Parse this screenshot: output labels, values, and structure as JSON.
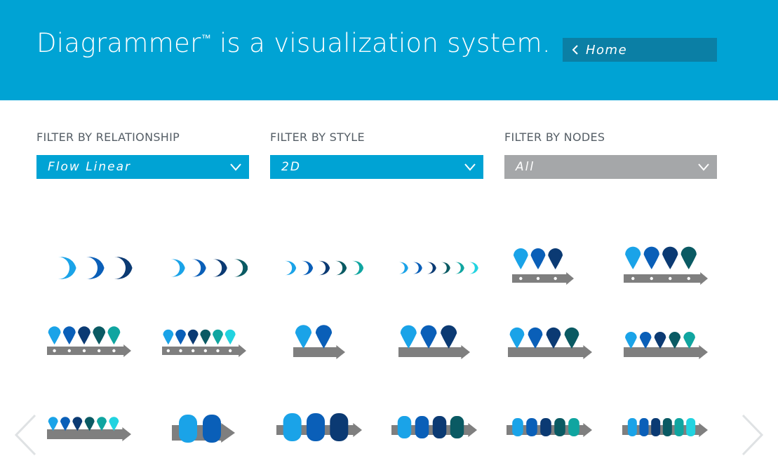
{
  "header": {
    "title_main": "Diagrammer",
    "title_tm": "™",
    "title_rest": " is a visualization system.",
    "home_label": "Home",
    "bg_color": "#00a3d4"
  },
  "filters": {
    "relationship": {
      "label": "FILTER BY RELATIONSHIP",
      "value": "Flow Linear"
    },
    "style": {
      "label": "FILTER BY STYLE",
      "value": "2D"
    },
    "nodes": {
      "label": "FILTER BY NODES",
      "value": "All"
    }
  },
  "palette": [
    "#1aa3e8",
    "#0a5fb8",
    "#0b3a73",
    "#0a5a63",
    "#10a5a0",
    "#22d3e0"
  ],
  "thumbnails": [
    {
      "style": "drops",
      "n": 3
    },
    {
      "style": "drops",
      "n": 4
    },
    {
      "style": "drops",
      "n": 5
    },
    {
      "style": "drops",
      "n": 6
    },
    {
      "style": "pins-dots",
      "n": 3
    },
    {
      "style": "pins-dots",
      "n": 4
    },
    {
      "style": "pins-dots",
      "n": 5
    },
    {
      "style": "pins-dots",
      "n": 6
    },
    {
      "style": "pins-arrow",
      "n": 2
    },
    {
      "style": "pins-arrow",
      "n": 3
    },
    {
      "style": "pins-arrow",
      "n": 4
    },
    {
      "style": "pins-arrow",
      "n": 5
    },
    {
      "style": "pins-arrow",
      "n": 6
    },
    {
      "style": "pills",
      "n": 2
    },
    {
      "style": "pills",
      "n": 3
    },
    {
      "style": "pills",
      "n": 4
    },
    {
      "style": "pills",
      "n": 5
    },
    {
      "style": "pills",
      "n": 6
    }
  ],
  "icons": {
    "home": "chevron-left-icon",
    "dropdown": "chevron-down-icon",
    "prev": "chevron-left-icon",
    "next": "chevron-right-icon"
  }
}
